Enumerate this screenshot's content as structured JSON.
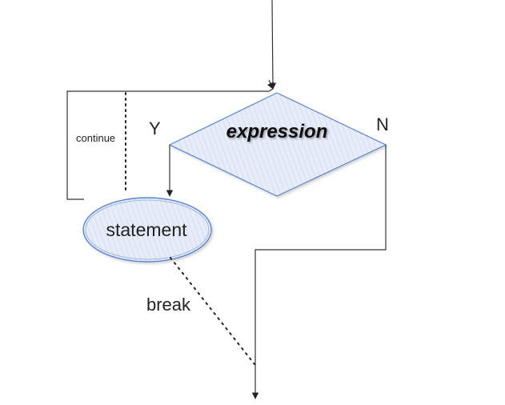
{
  "diagram": {
    "condition_label": "expression",
    "statement_label": "statement",
    "yes_label": "Y",
    "no_label": "N",
    "continue_label": "continue",
    "break_label": "break"
  },
  "colors": {
    "shape_fill": "#dde6f6",
    "shape_stroke": "#5b84cf",
    "line": "#333333"
  }
}
